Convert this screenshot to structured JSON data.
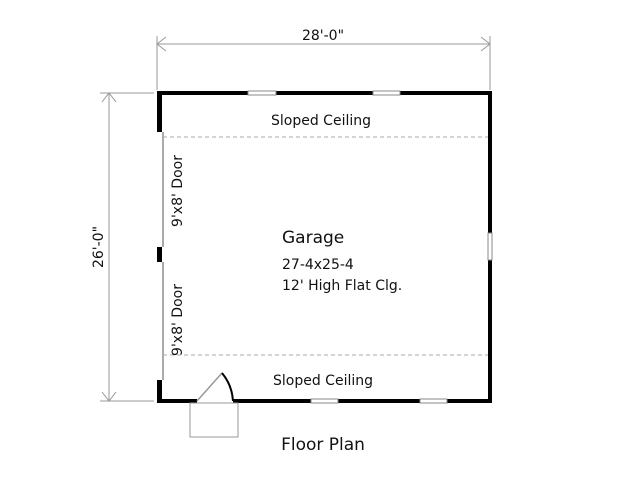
{
  "title": "Floor Plan",
  "dimensions": {
    "width": "28'-0\"",
    "depth": "26'-0\""
  },
  "room": {
    "name": "Garage",
    "size": "27-4x25-4",
    "ceiling": "12' High Flat Clg."
  },
  "labels": {
    "sloped_top": "Sloped Ceiling",
    "sloped_bottom": "Sloped Ceiling",
    "door_upper": "9'x8' Door",
    "door_lower": "9'x8' Door"
  },
  "colors": {
    "wall": "#000000",
    "line": "#999999"
  }
}
